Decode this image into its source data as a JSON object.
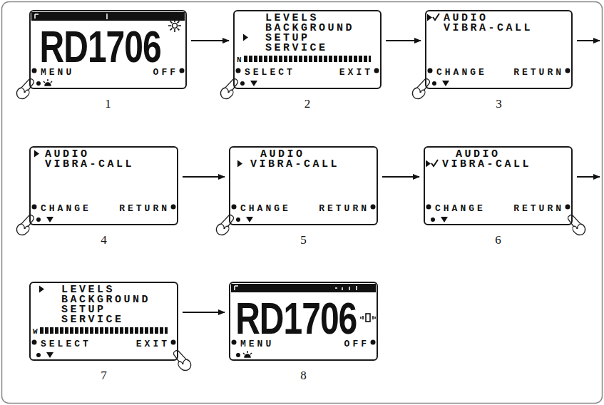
{
  "diagram": {
    "nodes": [
      {
        "text": [
          "RD1706",
          "MENU",
          "OFF",
          "1"
        ]
      },
      {
        "text": [
          "LEVELS",
          "BACKGROUND",
          "SETUP",
          "SERVICE",
          "N",
          "SELECT",
          "EXIT",
          "2"
        ]
      },
      {
        "text": [
          "AUDIO",
          "VIBRA-CALL",
          "CHANGE",
          "RETURN",
          "3"
        ]
      },
      {
        "text": [
          "AUDIO",
          "VIBRA-CALL",
          "CHANGE",
          "RETURN",
          "4"
        ]
      },
      {
        "text": [
          "AUDIO",
          "VIBRA-CALL",
          "CHANGE",
          "RETURN",
          "5"
        ]
      },
      {
        "text": [
          "AUDIO",
          "VIBRA-CALL",
          "CHANGE",
          "RETURN",
          "6"
        ]
      },
      {
        "text": [
          "LEVELS",
          "BACKGROUND",
          "SETUP",
          "SERVICE",
          "W",
          "SELECT",
          "EXIT",
          "7"
        ]
      },
      {
        "text": [
          "RD1706",
          "MENU",
          "OFF",
          "8"
        ]
      }
    ],
    "edges": [
      {
        "from": 0,
        "to": 1,
        "arrow": "to"
      },
      {
        "from": 1,
        "to": 2,
        "arrow": "to"
      },
      {
        "from": 3,
        "to": 4,
        "arrow": "to"
      },
      {
        "from": 4,
        "to": 5,
        "arrow": "to"
      },
      {
        "from": 6,
        "to": 7,
        "arrow": "to"
      }
    ]
  }
}
